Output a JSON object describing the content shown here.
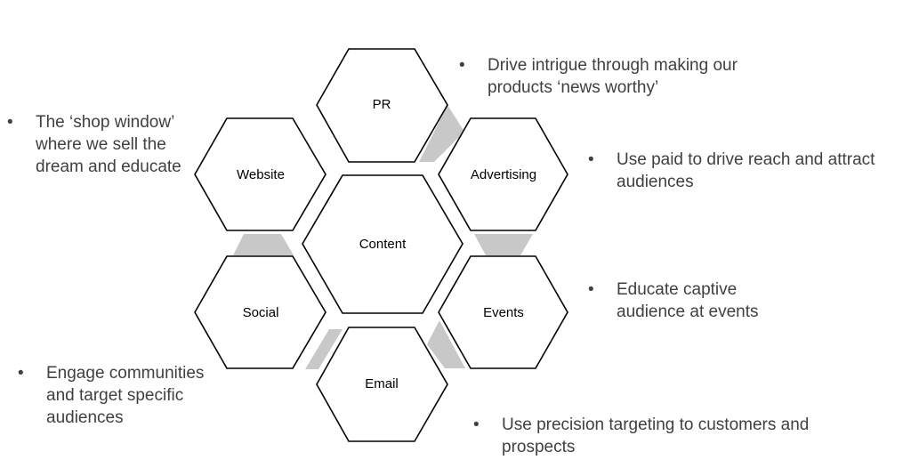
{
  "hexagons": {
    "content": "Content",
    "pr": "PR",
    "advertising": "Advertising",
    "events": "Events",
    "email": "Email",
    "social": "Social",
    "website": "Website"
  },
  "notes": {
    "pr": "Drive intrigue through making our products ‘news worthy’",
    "website": "The ‘shop window’ where we sell the dream and educate",
    "advertising": "Use paid to drive reach and attract audiences",
    "events": "Educate captive audience at events",
    "social": "Engage communities and target specific audiences",
    "email": "Use precision targeting to customers and prospects"
  },
  "bullet": "•",
  "colors": {
    "connector": "#c8c8c8",
    "text": "#404040",
    "outline": "#000000"
  }
}
